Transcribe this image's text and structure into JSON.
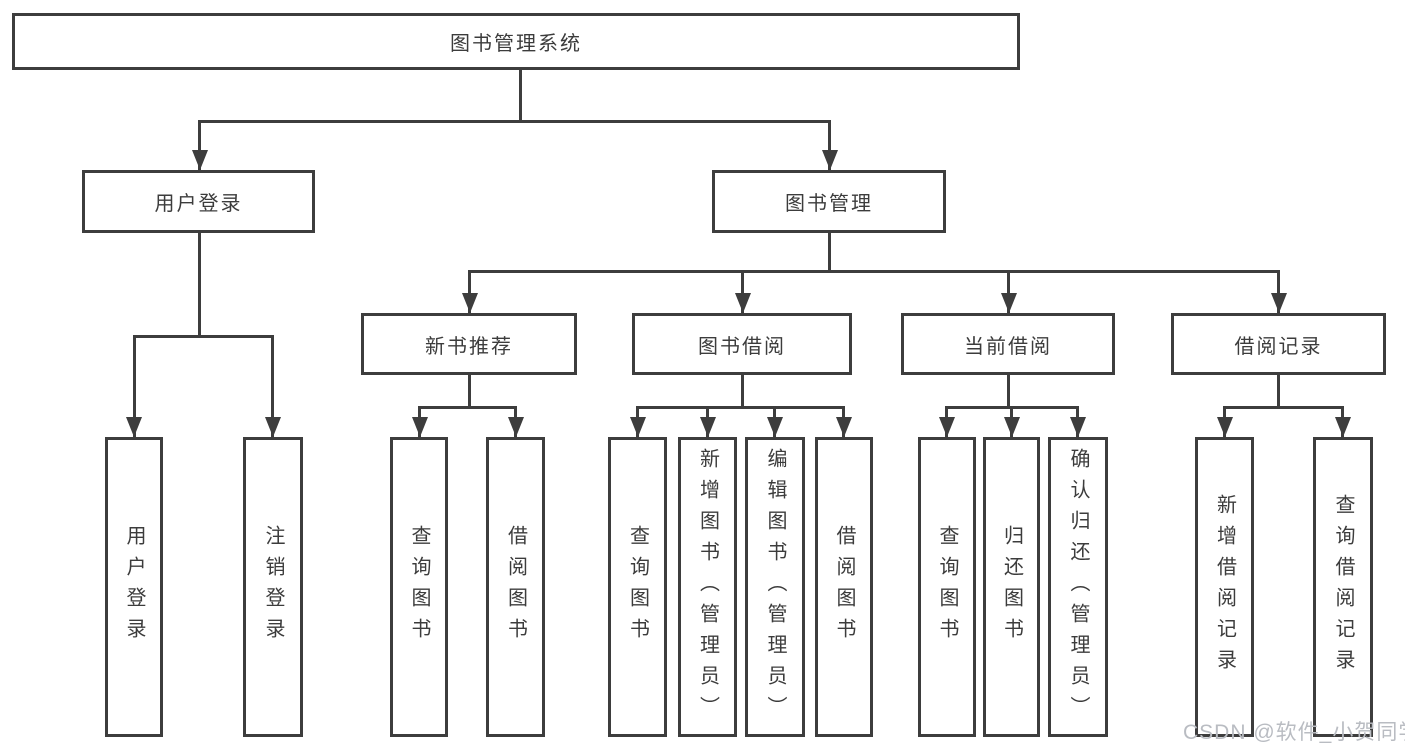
{
  "tree": {
    "label": "图书管理系统",
    "children": [
      {
        "label": "用户登录",
        "children": [
          {
            "label": "用户登录"
          },
          {
            "label": "注销登录"
          }
        ]
      },
      {
        "label": "图书管理",
        "children": [
          {
            "label": "新书推荐",
            "children": [
              {
                "label": "查询图书"
              },
              {
                "label": "借阅图书"
              }
            ]
          },
          {
            "label": "图书借阅",
            "children": [
              {
                "label": "查询图书"
              },
              {
                "label": "新增图书（管理员）"
              },
              {
                "label": "编辑图书（管理员）"
              },
              {
                "label": "借阅图书"
              }
            ]
          },
          {
            "label": "当前借阅",
            "children": [
              {
                "label": "查询图书"
              },
              {
                "label": "归还图书"
              },
              {
                "label": "确认归还（管理员）"
              }
            ]
          },
          {
            "label": "借阅记录",
            "children": [
              {
                "label": "新增借阅记录"
              },
              {
                "label": "查询借阅记录"
              }
            ]
          }
        ]
      }
    ]
  },
  "watermark": {
    "text": "CSDN @软件_小贺同学"
  },
  "colors": {
    "line": "#3d3d3d",
    "text": "#3c3c3c",
    "watermark": "#b9bcc2",
    "background": "#ffffff"
  }
}
